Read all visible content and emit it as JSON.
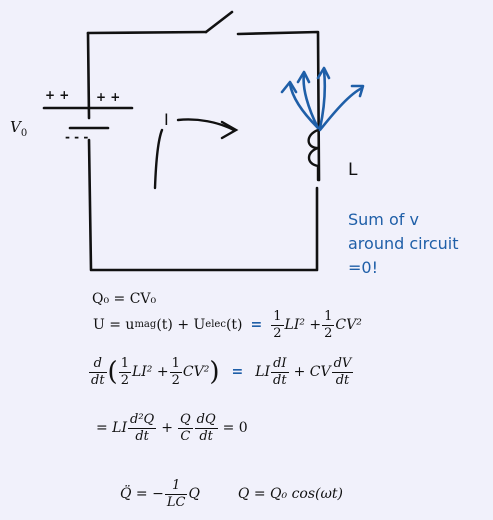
{
  "labels": {
    "source": "V",
    "source_sub": "0",
    "current": "I",
    "inductor": "L",
    "plus_left": "+ +",
    "plus_right": "+ +",
    "minus": "- - -"
  },
  "note": {
    "line1": "Sum of v",
    "line2": "around circuit",
    "line3": "=0!"
  },
  "equations": {
    "q0": "Q₀ = CV₀",
    "energy_lhs": "U = u",
    "energy_mag": "mag",
    "energy_mid": "(t) + U",
    "energy_elec": "elec",
    "energy_t": "(t)",
    "blue_eq": "=",
    "one": "1",
    "two": "2",
    "LI2": "LI² +",
    "CV2": "CV²",
    "d": "d",
    "dt": "dt",
    "eq3_rhs_LI": "LI",
    "dI": "dI",
    "plus_CV": "+ CV",
    "dV": "dV",
    "eq4_lhs": "= LI",
    "d2Q": "d²Q",
    "plus": "+",
    "Q": "Q",
    "C": "C",
    "dQ": "dQ",
    "eq4_rhs": "= 0",
    "qdd_lhs": "Q̈ = −",
    "LC": "LC",
    "qdd_rhs": "Q",
    "solution": "Q = Q₀ cos(ωt)"
  }
}
